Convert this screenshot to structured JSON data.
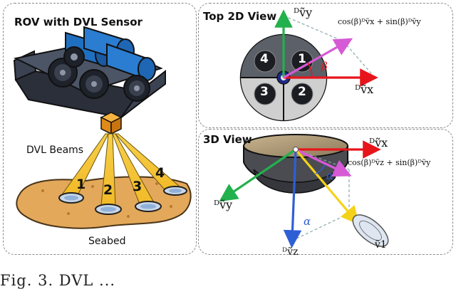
{
  "left_panel": {
    "title": "ROV with DVL Sensor",
    "beams_label": "DVL Beams",
    "seabed_label": "Seabed",
    "beam_numbers": [
      "1",
      "2",
      "3",
      "4"
    ]
  },
  "top_view": {
    "title": "Top 2D View",
    "quadrants": [
      "4",
      "1",
      "3",
      "2"
    ],
    "vy_label": "ᴰṽy",
    "vx_label": "ᴰṽx",
    "beta_label": "β",
    "projection_label": "cos(β)ᴰṽx + sin(β)ᴰṽy"
  },
  "view_3d": {
    "title": "3D View",
    "vx_label": "ᴰṽx",
    "vy_label": "ᴰṽy",
    "vz_label": "ᴰṽz",
    "alpha_label": "α",
    "alpha_label_2": "α",
    "projection_label": "cos(β)ᴰṽz + sin(β)ᴰṽy",
    "v1_label": "ṽ1"
  },
  "caption": "Fig. 3.  DVL ...",
  "colors": {
    "green": "#22b14c",
    "red": "#e8141b",
    "blue": "#2f5fd6",
    "magenta": "#d65ad6",
    "yellow": "#f5d21a",
    "beam": "#f3c431",
    "sand": "#e3a85a"
  }
}
